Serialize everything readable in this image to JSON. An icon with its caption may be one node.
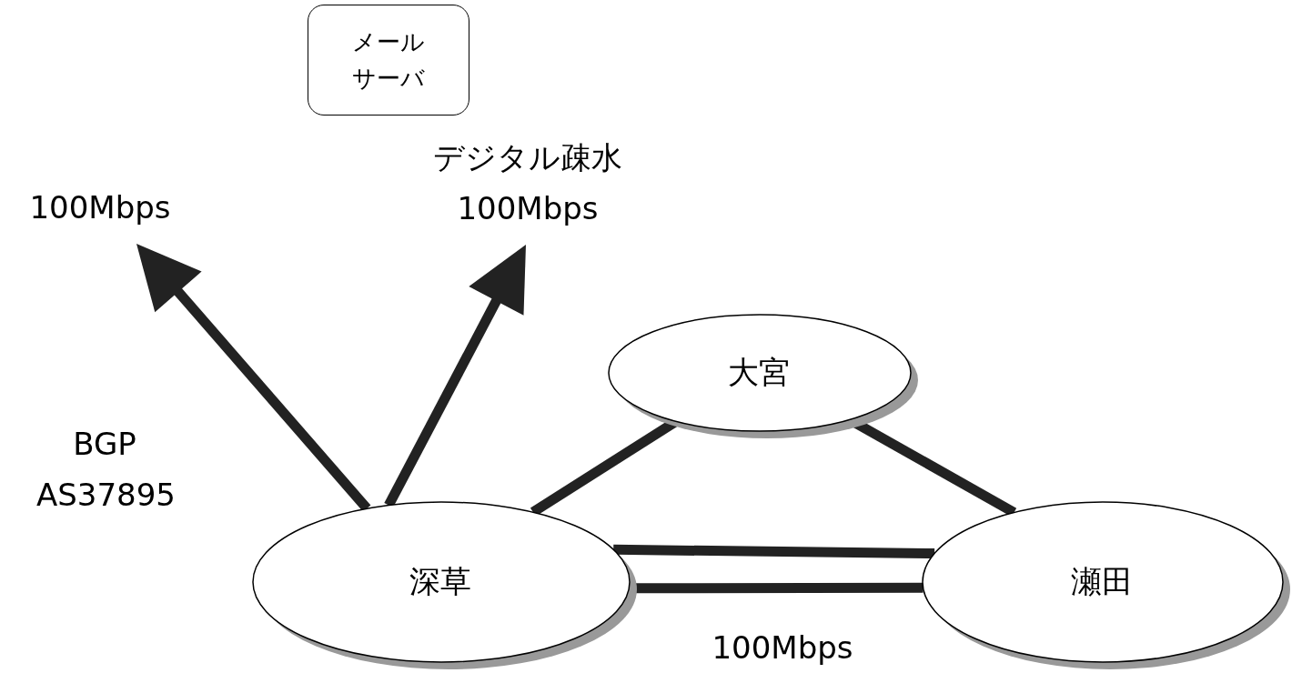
{
  "diagram": {
    "nodes": [
      {
        "text": [
          "メールサーバ"
        ]
      },
      {
        "text": [
          "100Mbps"
        ]
      },
      {
        "text": [
          "デジタル疎水",
          "100Mbps"
        ]
      },
      {
        "text": [
          "大宮"
        ]
      },
      {
        "text": [
          "深草"
        ]
      },
      {
        "text": [
          "瀬田"
        ]
      }
    ],
    "edges": [
      {
        "from": 4,
        "to": 1,
        "arrow": "to"
      },
      {
        "from": 4,
        "to": 2,
        "arrow": "to"
      },
      {
        "from": 4,
        "to": 3,
        "arrow": "none"
      },
      {
        "from": 3,
        "to": 5,
        "arrow": "none"
      },
      {
        "from": 4,
        "to": 5,
        "arrow": "none"
      },
      {
        "from": 4,
        "to": 5,
        "arrow": "none",
        "label": "100Mbps"
      }
    ],
    "labels": [
      "BGP AS37895"
    ]
  }
}
